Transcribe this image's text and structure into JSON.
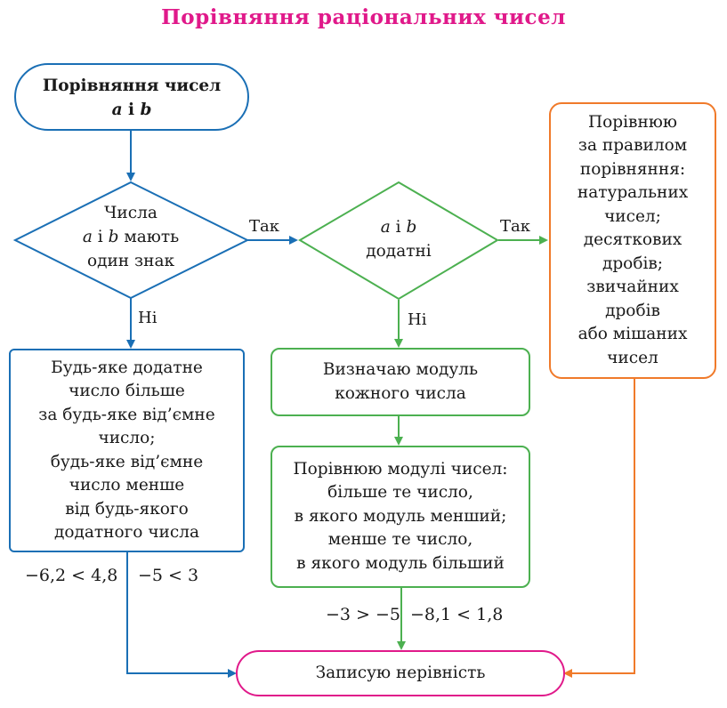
{
  "title": "Порівняння раціональних чисел",
  "start": {
    "line1": "Порівняння чисел",
    "var_a": "a",
    "conj": "і",
    "var_b": "b"
  },
  "decision_sign": {
    "line1": "Числа",
    "var_a": "a",
    "conj": "і",
    "var_b": "b",
    "line2_rest": "мають",
    "line3": "один знак"
  },
  "decision_positive": {
    "var_a": "a",
    "conj": "і",
    "var_b": "b",
    "line2": "додатні"
  },
  "labels": {
    "yes_1": "Так",
    "yes_2": "Так",
    "no_1": "Ні",
    "no_2": "Ні"
  },
  "rule_opposite_signs": {
    "lines": [
      "Будь-яке додатне",
      "число більше",
      "за будь-яке від’ємне",
      "число;",
      "будь-яке від’ємне",
      "число менше",
      "від будь-якого",
      "додатного числа"
    ]
  },
  "rule_positive": {
    "lines": [
      "Порівнюю",
      "за правилом",
      "порівняння:",
      "натуральних",
      "чисел;",
      "десяткових",
      "дробів;",
      "звичайних",
      "дробів",
      "або мішаних",
      "чисел"
    ]
  },
  "step_modulus": {
    "lines": [
      "Визначаю модуль",
      "кожного числа"
    ]
  },
  "step_compare_modulus": {
    "lines": [
      "Порівнюю модулі чисел:",
      "більше те число,",
      "в якого модуль менший;",
      "менше те число,",
      "в якого модуль більший"
    ]
  },
  "examples": {
    "left_1": "−6,2 < 4,8",
    "left_2": "−5 < 3",
    "middle_1": "−3 > −5",
    "middle_2": "−8,1 < 1,8"
  },
  "end": {
    "label": "Записую нерівність"
  },
  "colors": {
    "title": "#e0198a",
    "blue": "#1a6fb5",
    "green": "#4cb050",
    "orange": "#f07a2a",
    "pink": "#e0198a"
  }
}
